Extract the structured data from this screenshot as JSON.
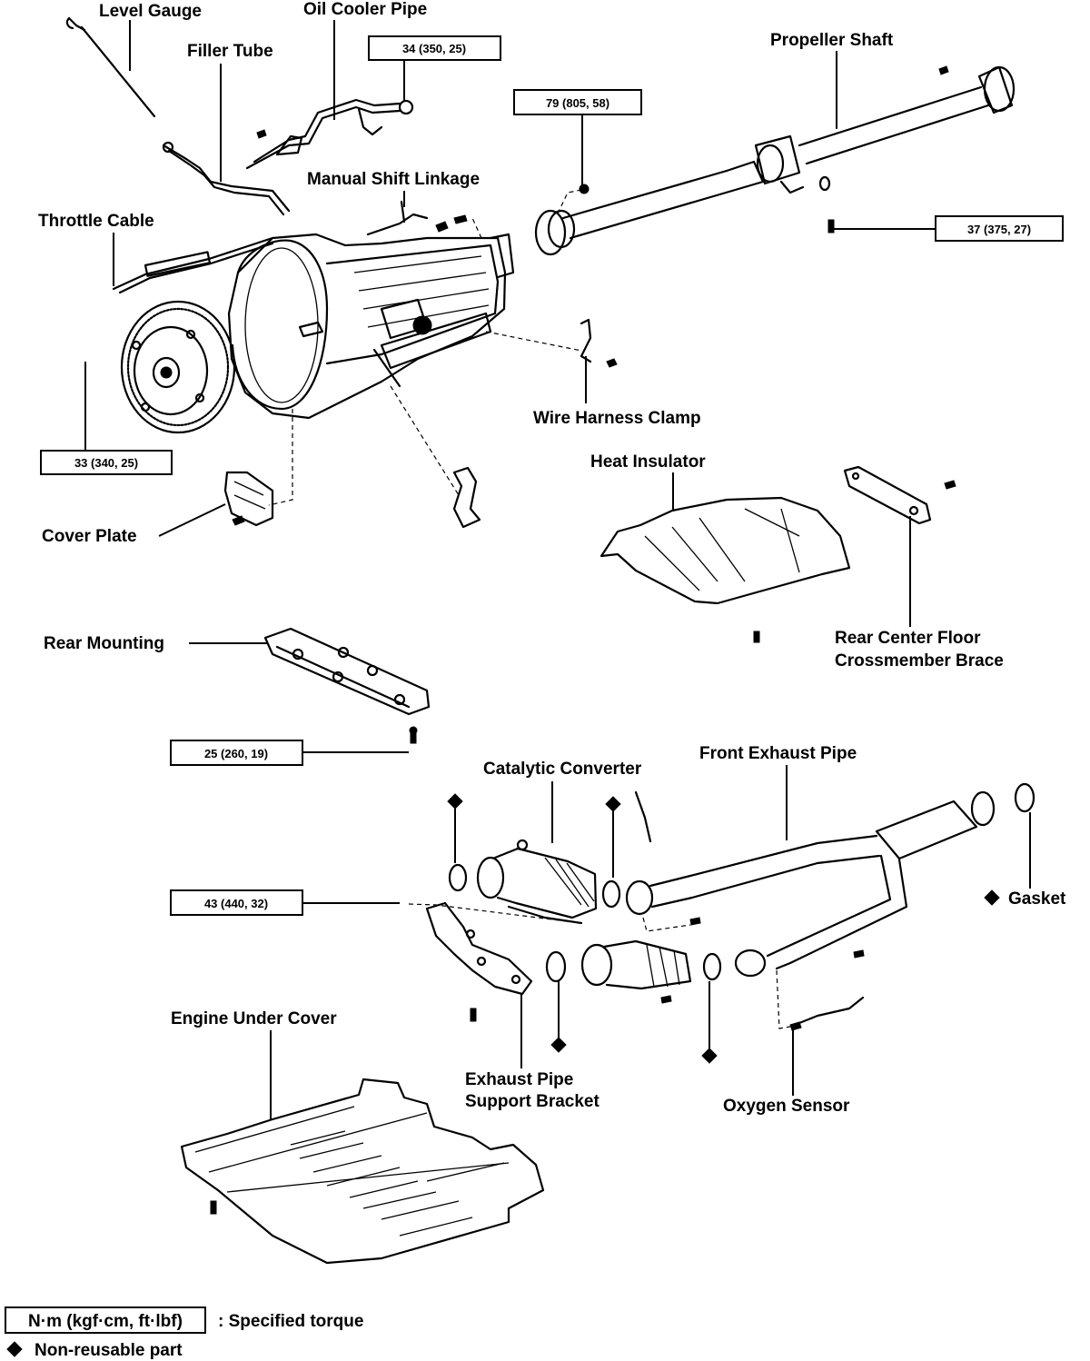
{
  "labels": {
    "level_gauge": "Level Gauge",
    "oil_cooler_pipe": "Oil Cooler Pipe",
    "filler_tube": "Filler Tube",
    "propeller_shaft": "Propeller Shaft",
    "manual_shift_linkage": "Manual Shift Linkage",
    "throttle_cable": "Throttle Cable",
    "wire_harness_clamp": "Wire Harness Clamp",
    "heat_insulator": "Heat Insulator",
    "cover_plate": "Cover Plate",
    "rear_center_floor_1": "Rear Center Floor",
    "rear_center_floor_2": "Crossmember Brace",
    "rear_mounting": "Rear Mounting",
    "catalytic_converter": "Catalytic Converter",
    "front_exhaust_pipe": "Front Exhaust Pipe",
    "gasket": "Gasket",
    "engine_under_cover": "Engine Under Cover",
    "exhaust_bracket_1": "Exhaust Pipe",
    "exhaust_bracket_2": "Support Bracket",
    "oxygen_sensor": "Oxygen Sensor"
  },
  "torques": {
    "t34": "34 (350, 25)",
    "t79": "79 (805, 58)",
    "t37": "37 (375, 27)",
    "t33": "33 (340, 25)",
    "t25": "25 (260, 19)",
    "t43": "43 (440, 32)"
  },
  "legend": {
    "torque_box": "N·m (kgf·cm, ft·lbf)",
    "torque_desc": ":  Specified torque",
    "nonreusable": "Non-reusable part"
  },
  "icons": [
    "diamond-icon",
    "bolt-icon"
  ]
}
